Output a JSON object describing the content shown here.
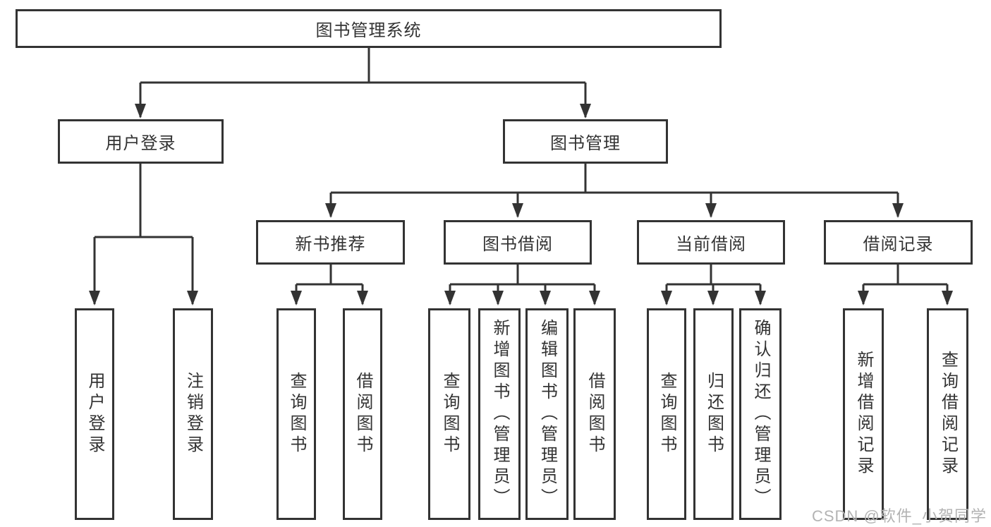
{
  "colors": {
    "line": "#333333",
    "text": "#333333",
    "watermark": "#b3b3b3",
    "background": "#ffffff"
  },
  "root": {
    "label": "图书管理系统"
  },
  "branches": [
    {
      "label": "用户登录",
      "children": [
        {
          "label": "用户登录"
        },
        {
          "label": "注销登录"
        }
      ]
    },
    {
      "label": "图书管理",
      "children": [
        {
          "label": "新书推荐",
          "children": [
            {
              "label": "查询图书"
            },
            {
              "label": "借阅图书"
            }
          ]
        },
        {
          "label": "图书借阅",
          "children": [
            {
              "label": "查询图书"
            },
            {
              "label": "新增图书（管理员）"
            },
            {
              "label": "编辑图书（管理员）"
            },
            {
              "label": "借阅图书"
            }
          ]
        },
        {
          "label": "当前借阅",
          "children": [
            {
              "label": "查询图书"
            },
            {
              "label": "归还图书"
            },
            {
              "label": "确认归还（管理员）"
            }
          ]
        },
        {
          "label": "借阅记录",
          "children": [
            {
              "label": "新增借阅记录"
            },
            {
              "label": "查询借阅记录"
            }
          ]
        }
      ]
    }
  ],
  "watermark": "CSDN @软件_小贺同学"
}
